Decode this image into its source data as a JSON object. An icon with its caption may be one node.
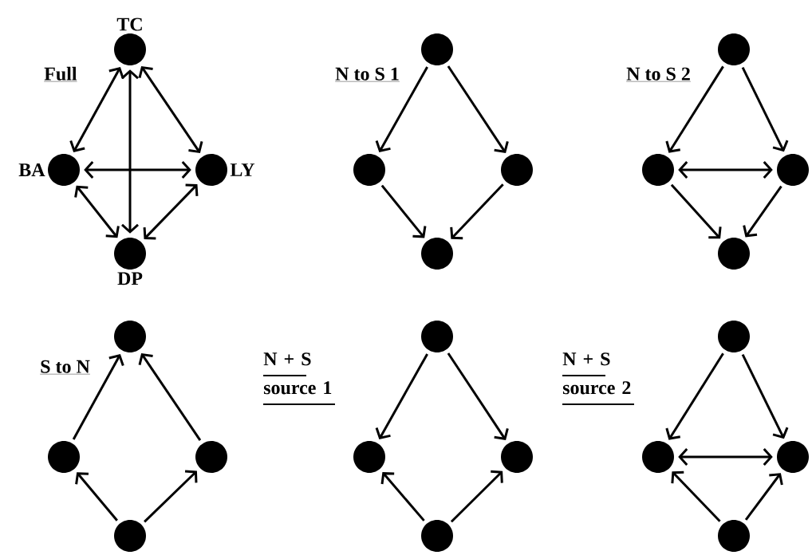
{
  "diagram": {
    "nodes": [
      {
        "text": [],
        "shape": "circle",
        "beside": [
          "TC"
        ]
      },
      {
        "text": [],
        "shape": "circle",
        "beside": [
          "BA"
        ]
      },
      {
        "text": [],
        "shape": "circle",
        "beside": [
          "LY"
        ]
      },
      {
        "text": [],
        "shape": "circle",
        "beside": [
          "DP"
        ]
      },
      {
        "text": [],
        "shape": "circle"
      },
      {
        "text": [],
        "shape": "circle"
      },
      {
        "text": [],
        "shape": "circle"
      },
      {
        "text": [],
        "shape": "circle"
      },
      {
        "text": [],
        "shape": "circle"
      },
      {
        "text": [],
        "shape": "circle"
      },
      {
        "text": [],
        "shape": "circle"
      },
      {
        "text": [],
        "shape": "circle"
      },
      {
        "text": [],
        "shape": "circle"
      },
      {
        "text": [],
        "shape": "circle"
      },
      {
        "text": [],
        "shape": "circle"
      },
      {
        "text": [],
        "shape": "circle"
      },
      {
        "text": [],
        "shape": "circle"
      },
      {
        "text": [],
        "shape": "circle"
      },
      {
        "text": [],
        "shape": "circle"
      },
      {
        "text": [],
        "shape": "circle"
      },
      {
        "text": [],
        "shape": "circle"
      },
      {
        "text": [],
        "shape": "circle"
      },
      {
        "text": [],
        "shape": "circle"
      },
      {
        "text": [],
        "shape": "circle"
      }
    ],
    "edges": [
      {
        "from": 0,
        "to": 1,
        "arrow": "both"
      },
      {
        "from": 0,
        "to": 3,
        "arrow": "both"
      },
      {
        "from": 0,
        "to": 2,
        "arrow": "both"
      },
      {
        "from": 1,
        "to": 2,
        "arrow": "both"
      },
      {
        "from": 1,
        "to": 3,
        "arrow": "both"
      },
      {
        "from": 2,
        "to": 3,
        "arrow": "both"
      },
      {
        "from": 4,
        "to": 5,
        "arrow": "to"
      },
      {
        "from": 4,
        "to": 6,
        "arrow": "to"
      },
      {
        "from": 5,
        "to": 7,
        "arrow": "to"
      },
      {
        "from": 6,
        "to": 7,
        "arrow": "to"
      },
      {
        "from": 8,
        "to": 9,
        "arrow": "to"
      },
      {
        "from": 8,
        "to": 10,
        "arrow": "to"
      },
      {
        "from": 9,
        "to": 10,
        "arrow": "both"
      },
      {
        "from": 9,
        "to": 11,
        "arrow": "to"
      },
      {
        "from": 10,
        "to": 11,
        "arrow": "to"
      },
      {
        "from": 13,
        "to": 12,
        "arrow": "to"
      },
      {
        "from": 14,
        "to": 12,
        "arrow": "to"
      },
      {
        "from": 15,
        "to": 13,
        "arrow": "to"
      },
      {
        "from": 15,
        "to": 14,
        "arrow": "to"
      },
      {
        "from": 16,
        "to": 17,
        "arrow": "to"
      },
      {
        "from": 16,
        "to": 18,
        "arrow": "to"
      },
      {
        "from": 19,
        "to": 17,
        "arrow": "to"
      },
      {
        "from": 19,
        "to": 18,
        "arrow": "to"
      },
      {
        "from": 20,
        "to": 21,
        "arrow": "to"
      },
      {
        "from": 20,
        "to": 22,
        "arrow": "to"
      },
      {
        "from": 21,
        "to": 22,
        "arrow": "both"
      },
      {
        "from": 23,
        "to": 21,
        "arrow": "to"
      },
      {
        "from": 23,
        "to": 22,
        "arrow": "to"
      }
    ],
    "labels": [
      "Full",
      "N to S 1",
      "N to S 2",
      "S to N",
      "N + S source 1",
      "N + S source 2"
    ]
  }
}
